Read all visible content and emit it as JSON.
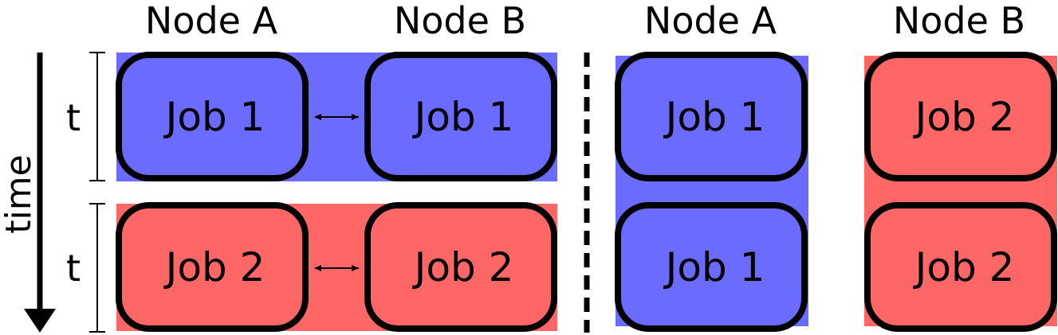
{
  "headers": {
    "left_node_a": "Node A",
    "left_node_b": "Node B",
    "right_node_a": "Node A",
    "right_node_b": "Node B"
  },
  "axis": {
    "time_label": "time",
    "interval_top": "t",
    "interval_bottom": "t"
  },
  "jobs": {
    "left_row1_a": "Job 1",
    "left_row1_b": "Job 1",
    "left_row2_a": "Job 2",
    "left_row2_b": "Job 2",
    "right_a_top": "Job 1",
    "right_a_bottom": "Job 1",
    "right_b_top": "Job 2",
    "right_b_bottom": "Job 2"
  },
  "colors": {
    "job1": "#6b6bff",
    "job2": "#ff6666"
  }
}
